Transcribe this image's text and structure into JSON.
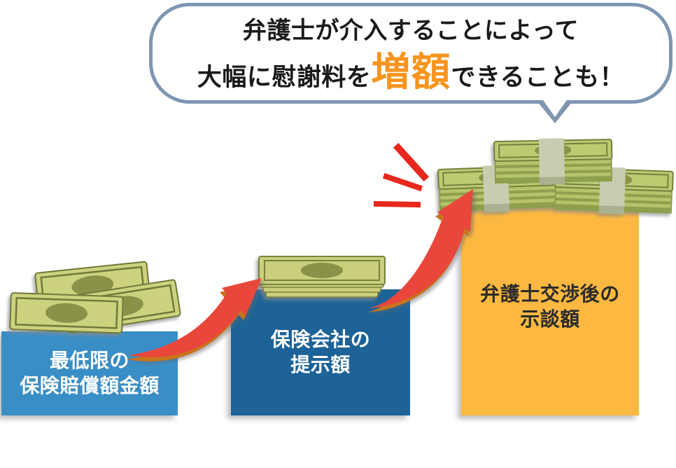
{
  "page": {
    "background": "#FFFFFF"
  },
  "bubble": {
    "line1": "弁護士が介入することによって",
    "line2_prefix": "大幅に慰謝料を",
    "line2_highlight": "増額",
    "line2_suffix": "できることも！",
    "border_color": "#7E96B2",
    "fill_color": "#FFFFFF",
    "text_color": "#1A1A1A",
    "highlight_color": "#F7941E"
  },
  "steps": [
    {
      "label_line1": "最低限の",
      "label_line2": "保険賠償額金額",
      "bar_color": "#3A8EC6",
      "text_color": "#FFFFFF",
      "money_icon": "loose-banknotes"
    },
    {
      "label_line1": "保険会社の",
      "label_line2": "提示額",
      "bar_color": "#1D6397",
      "text_color": "#FFFFFF",
      "money_icon": "banknote-stack"
    },
    {
      "label_line1": "弁護士交渉後の",
      "label_line2": "示談額",
      "bar_color": "#FCB840",
      "text_color": "#2B2B2B",
      "money_icon": "three-banknote-bundles"
    }
  ],
  "arrows": {
    "color": "#E9463A",
    "shadow_color": "#C8741E"
  },
  "emphasis": {
    "color": "#E8281E"
  },
  "banknotes": {
    "bill_fill": "#CDD27F",
    "bill_border": "#6F7A3A",
    "bill_oval": "#8A9148",
    "stack_fill": "#C9CF7B",
    "stack_border": "#79823E",
    "bundle_top": "#BCCB72",
    "bundle_side": "#8E9F4D",
    "bundle_stripe": "#B7C36B",
    "bundle_band": "#C9CDB0",
    "bundle_band_shade": "#AAB191"
  }
}
